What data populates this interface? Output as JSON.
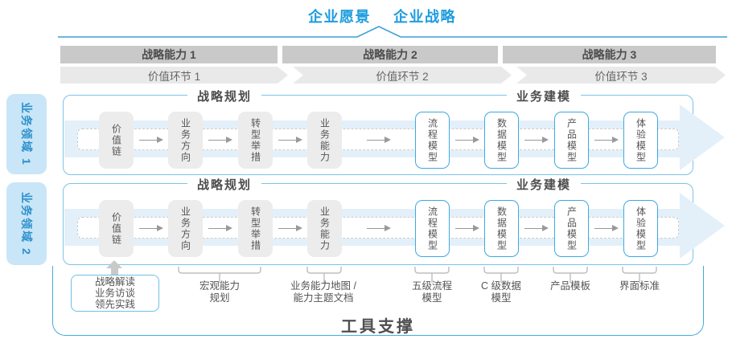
{
  "title": {
    "vision": "企业愿景",
    "strategy": "企业战略"
  },
  "capability_bands": [
    {
      "label": "战略能力 1"
    },
    {
      "label": "战略能力 2"
    },
    {
      "label": "战略能力 3"
    }
  ],
  "value_bands": [
    {
      "label": "价值环节 1"
    },
    {
      "label": "价值环节 2"
    },
    {
      "label": "价值环节 3"
    }
  ],
  "domains": [
    {
      "label": "业务领域 1"
    },
    {
      "label": "业务领域 2"
    }
  ],
  "sections": {
    "planning": "战略规划",
    "modeling": "业务建模"
  },
  "flow_boxes": [
    {
      "label": "价值链",
      "style": "gray"
    },
    {
      "label": "业务方向",
      "style": "gray"
    },
    {
      "label": "转型举措",
      "style": "gray"
    },
    {
      "label": "业务能力",
      "style": "gray"
    },
    {
      "label": "流程模型",
      "style": "blue"
    },
    {
      "label": "数据模型",
      "style": "blue"
    },
    {
      "label": "产品模型",
      "style": "blue"
    },
    {
      "label": "体验模型",
      "style": "blue"
    }
  ],
  "annotations": {
    "practice_box": "战略解读\n业务访谈\n领先实践",
    "notes": [
      {
        "label": "宏观能力\n规划"
      },
      {
        "label": "业务能力地图 /\n能力主题文档"
      },
      {
        "label": "五级流程\n模型"
      },
      {
        "label": "C 级数据\n模型"
      },
      {
        "label": "产品模板"
      },
      {
        "label": "界面标准"
      }
    ]
  },
  "footer": {
    "tool_support": "工具支撑"
  },
  "colors": {
    "accent_blue": "#1C9CDE",
    "connector_blue": "#3D9FD6",
    "row_border": "#7AC4E9",
    "model_box_border": "#3FA8DF",
    "outer_border": "#4AA9D9",
    "capability_band": "#C9C9C9",
    "value_band": "#E9E9E9",
    "domain_bg": "#C8E6F7",
    "flow_band": "#E3F0FA"
  }
}
